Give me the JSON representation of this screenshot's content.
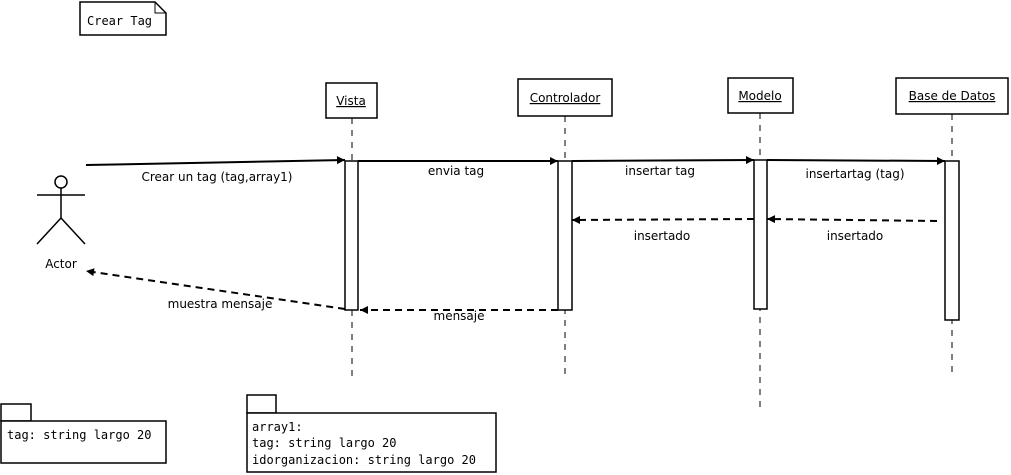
{
  "title_note": "Crear Tag",
  "participants": [
    {
      "id": "vista",
      "label": "Vista"
    },
    {
      "id": "controlador",
      "label": "Controlador"
    },
    {
      "id": "modelo",
      "label": "Modelo"
    },
    {
      "id": "basedatos",
      "label": "Base de Datos"
    }
  ],
  "actor": {
    "label": "Actor"
  },
  "messages": {
    "m1": "Crear un tag (tag,array1)",
    "m2": "envia tag",
    "m3": "insertar tag",
    "m4": "insertartag (tag)",
    "m5": "insertado",
    "m6": "insertado",
    "m7": "mensaje",
    "m8": "muestra mensaje"
  },
  "notes": {
    "tag": [
      "tag: string largo 20"
    ],
    "array1": [
      "array1:",
      "tag: string largo 20",
      "idorganizacion: string largo 20"
    ]
  }
}
